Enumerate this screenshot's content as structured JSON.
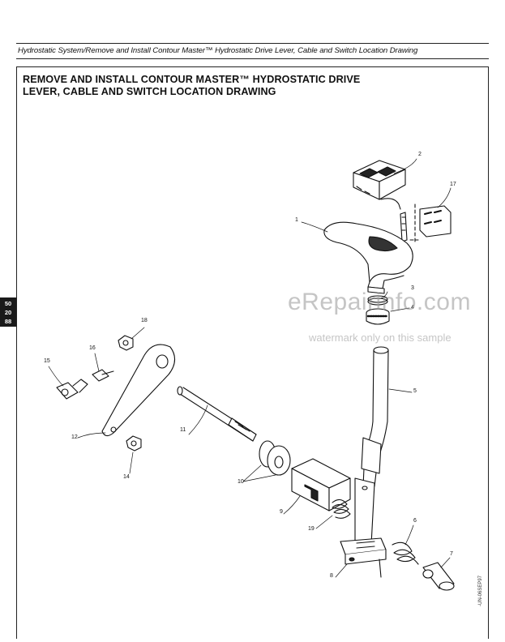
{
  "header": {
    "title": "Hydrostatic System/Remove and Install Contour Master™ Hydrostatic Drive Lever, Cable and Switch Location Drawing"
  },
  "section": {
    "title_line1": "REMOVE AND INSTALL CONTOUR MASTER™ HYDROSTATIC DRIVE",
    "title_line2": "LEVER, CABLE AND SWITCH LOCATION DRAWING"
  },
  "side_tab": {
    "line1": "50",
    "line2": "20",
    "line3": "88"
  },
  "callouts": {
    "c1": "1",
    "c2": "2",
    "c3": "3",
    "c4": "4",
    "c5": "5",
    "c6": "6",
    "c7": "7",
    "c8": "8",
    "c9": "9",
    "c10": "10",
    "c11": "11",
    "c12": "12",
    "c14": "14",
    "c15": "15",
    "c16": "16",
    "c17": "17",
    "c18": "18",
    "c19": "19"
  },
  "watermark": {
    "site": "eRepairinfo.com",
    "note": "watermark only on this sample"
  },
  "drawing_code": "-UN-06SEP97"
}
